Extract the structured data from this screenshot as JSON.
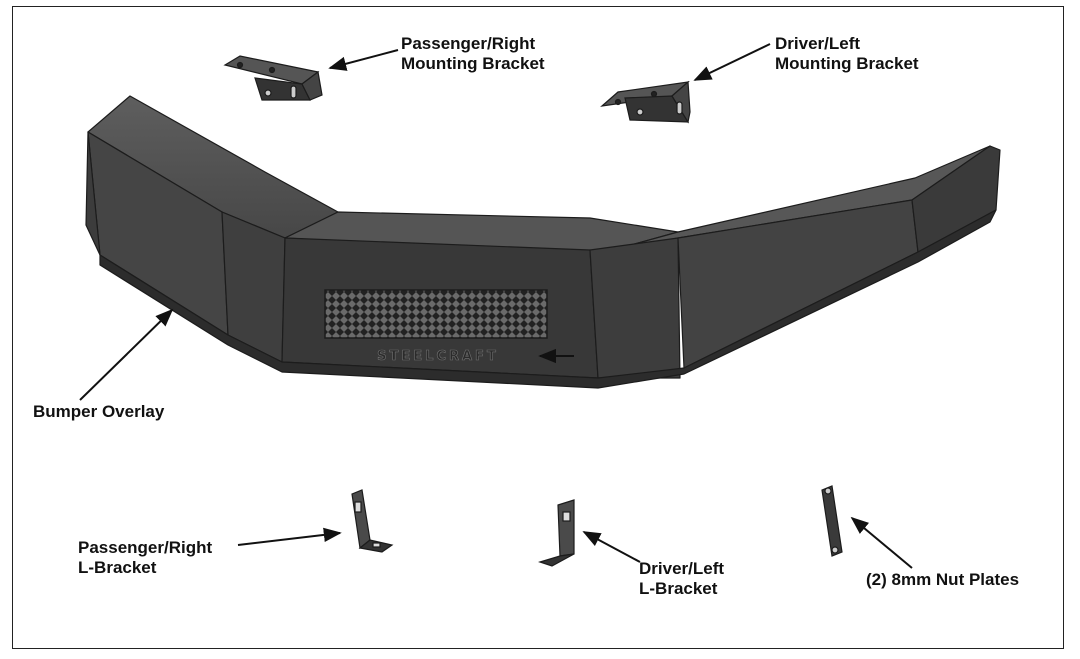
{
  "labels": {
    "passenger_mount": {
      "line1": "Passenger/Right",
      "line2": "Mounting Bracket"
    },
    "driver_mount": {
      "line1": "Driver/Left",
      "line2": "Mounting Bracket"
    },
    "bumper_overlay": "Bumper Overlay",
    "passenger_lbracket": {
      "line1": "Passenger/Right",
      "line2": "L-Bracket"
    },
    "driver_lbracket": {
      "line1": "Driver/Left",
      "line2": "L-Bracket"
    },
    "nut_plates": "(2) 8mm Nut Plates"
  },
  "logo_text": "STEELCRAFT",
  "colors": {
    "metal_dark": "#3a3a3a",
    "metal_mid": "#4a4a4a",
    "metal_light": "#5c5c5c",
    "edge": "#1c1c1c",
    "text": "#111111"
  }
}
